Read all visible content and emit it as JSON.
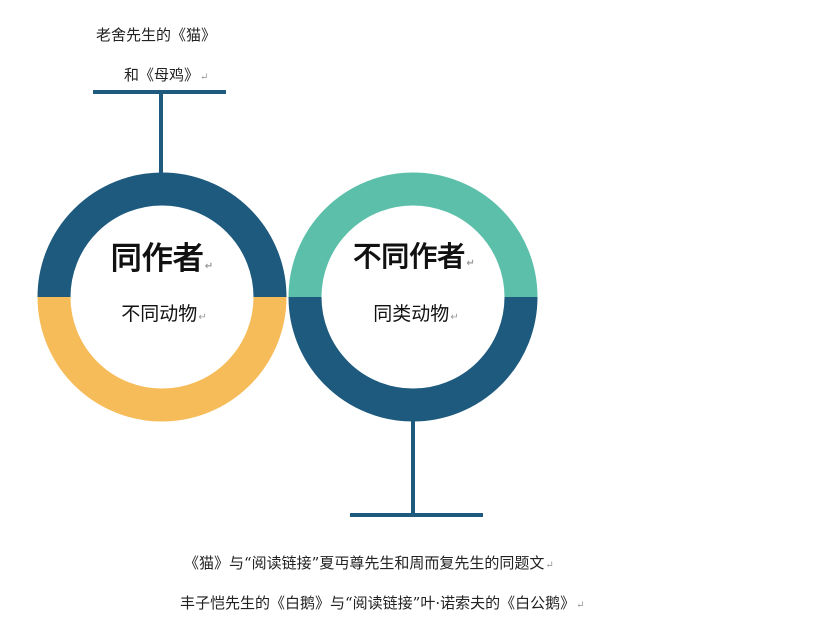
{
  "top_label": {
    "line1": "老舍先生的《猫》",
    "line2": "和《母鸡》"
  },
  "left_circle": {
    "title": "同作者",
    "subtitle": "不同动物",
    "top_color": "#1d5a7e",
    "bottom_color": "#f7bc5a"
  },
  "right_circle": {
    "title": "不同作者",
    "subtitle": "同类动物",
    "top_color": "#5bbfaa",
    "bottom_color": "#1d5a7e"
  },
  "bottom_label": {
    "line1": "《猫》与“阅读链接”夏丏尊先生和周而复先生的同题文",
    "line2": "丰子恺先生的《白鹅》与“阅读链接”叶·诺索夫的《白公鹅》"
  },
  "paragraph_mark": "↵",
  "connector_color": "#1d5a7e"
}
